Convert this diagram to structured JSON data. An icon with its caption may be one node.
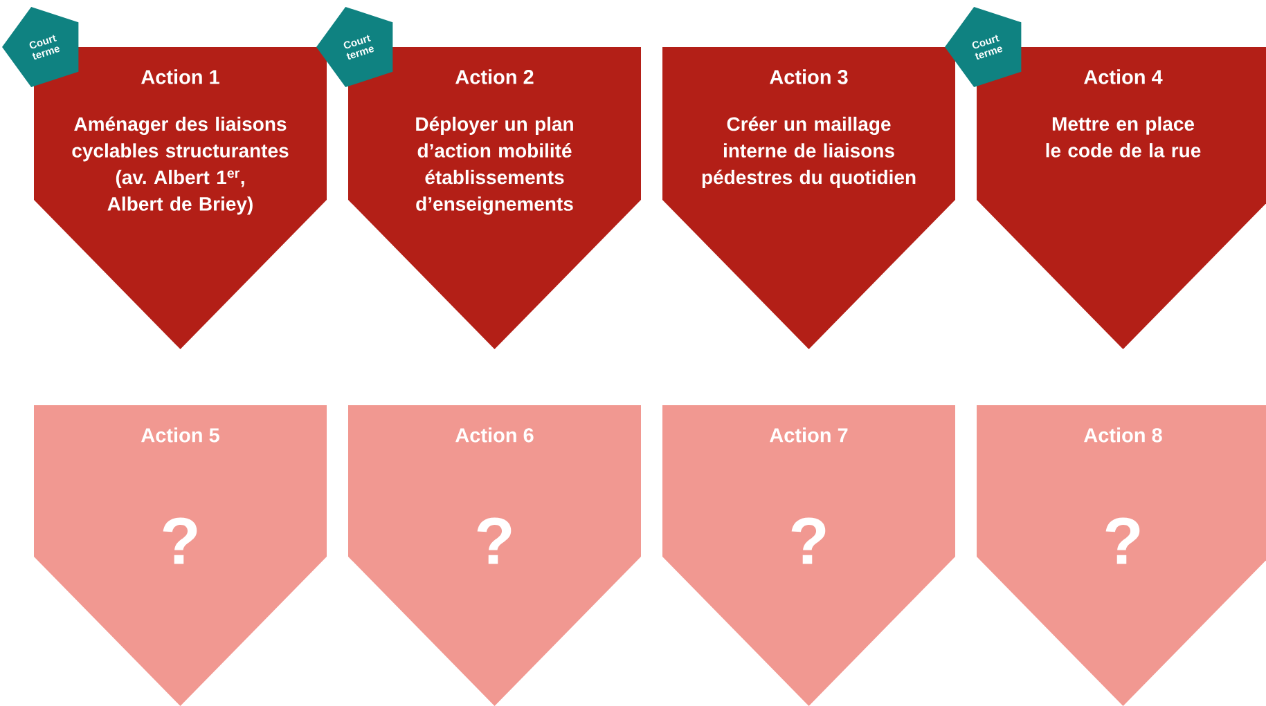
{
  "diagram": {
    "nodes": [
      {
        "text": [
          "Court terme"
        ]
      },
      {
        "text": [
          "Action 1",
          "Aménager des liaisons cyclables structurantes (av. Albert 1$^{er}$, Albert de Briey)"
        ]
      },
      {
        "text": [
          "Court terme"
        ]
      },
      {
        "text": [
          "Action 2",
          "Déployer un plan d’action mobilité établissements d’enseignements"
        ]
      },
      {
        "text": [
          "Action 3",
          "Créer un maillage interne de liaisons pédestres du quotidien"
        ]
      },
      {
        "text": [
          "Court terme"
        ]
      },
      {
        "text": [
          "Action 4",
          "Mettre en place le code de la rue"
        ]
      },
      {
        "text": [
          "Action 5",
          "?"
        ]
      },
      {
        "text": [
          "Action 6",
          "?"
        ]
      },
      {
        "text": [
          "Action 7",
          "?"
        ]
      },
      {
        "text": [
          "Action 8",
          "?"
        ]
      }
    ]
  }
}
